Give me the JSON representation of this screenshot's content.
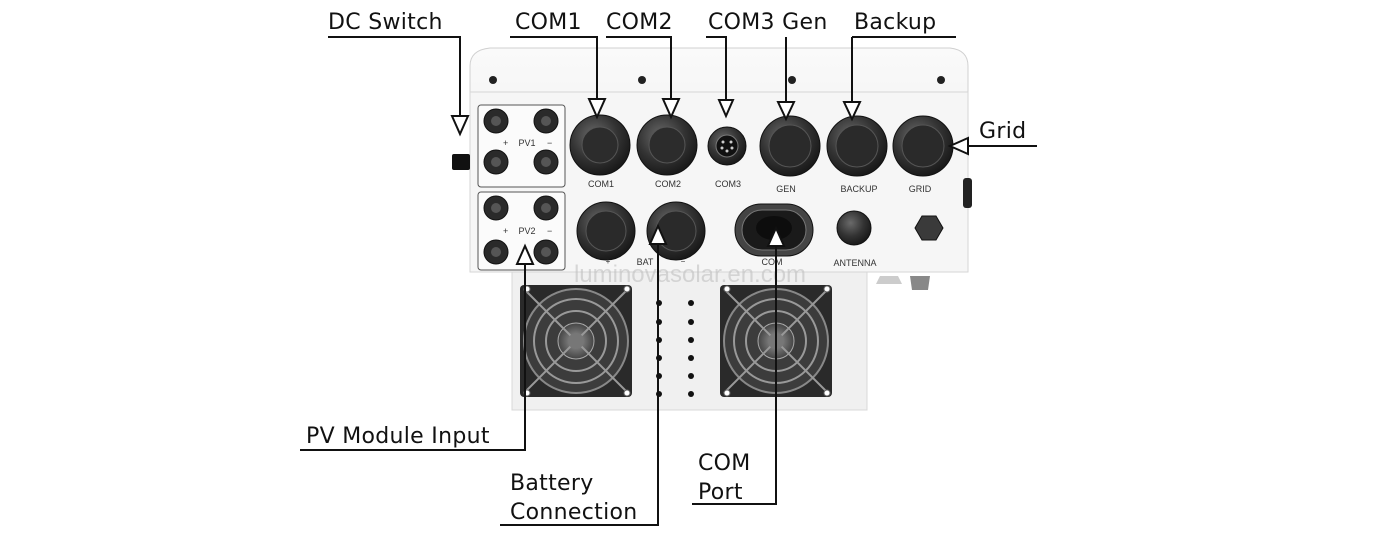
{
  "callouts": {
    "dc_switch": "DC Switch",
    "com1": "COM1",
    "com2": "COM2",
    "com3_gen": "COM3 Gen",
    "backup": "Backup",
    "grid": "Grid",
    "pv_module_input": "PV Module Input",
    "battery_line1": "Battery",
    "battery_line2": "Connection",
    "com_port_line1": "COM",
    "com_port_line2": "Port"
  },
  "panel_labels": {
    "pv1": "PV1",
    "pv2": "PV2",
    "plus": "+",
    "minus": "−",
    "com1": "COM1",
    "com2": "COM2",
    "com3": "COM3",
    "gen": "GEN",
    "backup": "BACKUP",
    "grid": "GRID",
    "bat": "BAT",
    "com": "COM",
    "antenna": "ANTENNA"
  },
  "watermark": "luminovasolar.en.com",
  "colors": {
    "housing": "#f2f2f2",
    "panel": "#f7f7f7",
    "gland": "#3a3a3a",
    "line": "#111111"
  }
}
